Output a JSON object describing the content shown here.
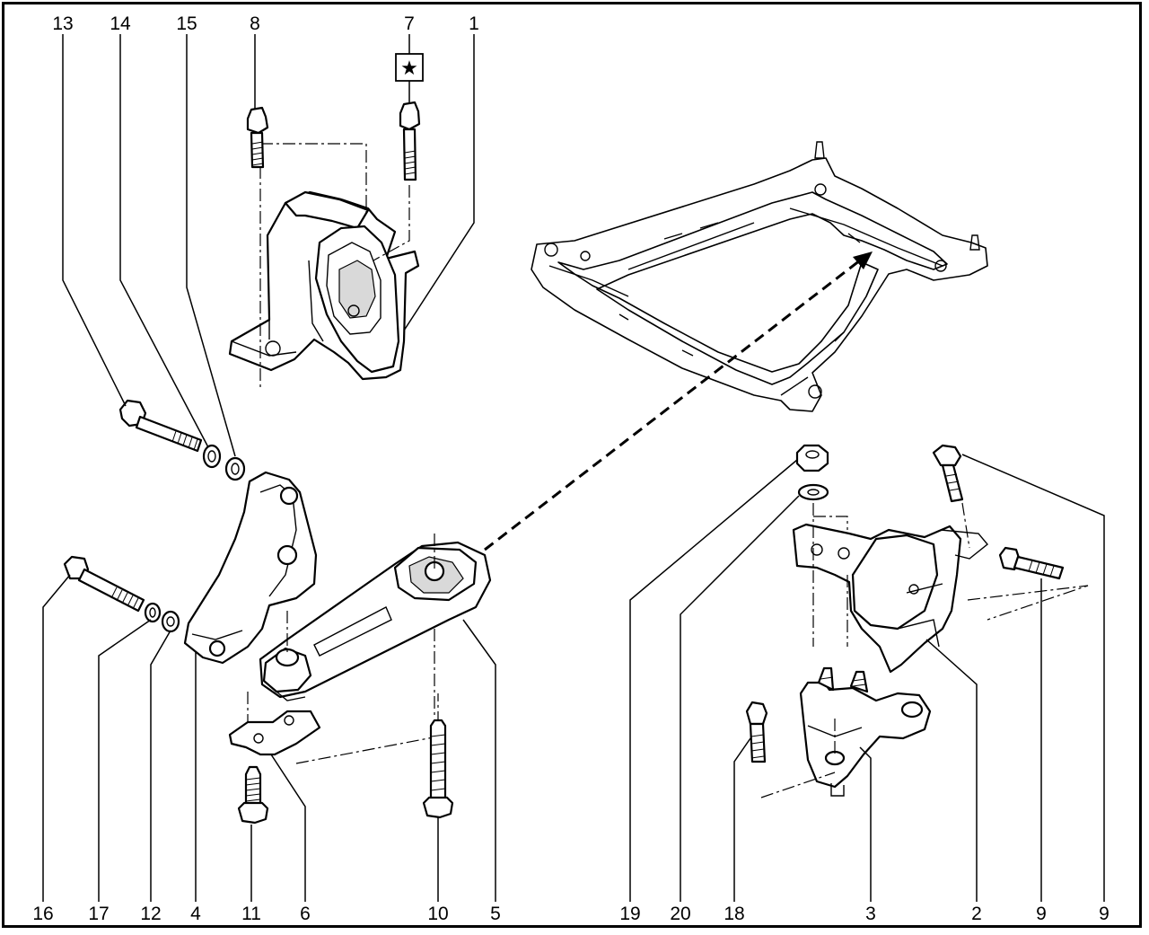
{
  "callouts": {
    "c13": "13",
    "c14": "14",
    "c15": "15",
    "c8": "8",
    "c7": "7",
    "c1": "1",
    "c16": "16",
    "c17": "17",
    "c12": "12",
    "c4": "4",
    "c11": "11",
    "c6": "6",
    "c10": "10",
    "c5": "5",
    "c19": "19",
    "c20": "20",
    "c18": "18",
    "c3": "3",
    "c2": "2",
    "c9a": "9",
    "c9b": "9"
  },
  "symbols": {
    "torque_star": "★"
  },
  "colors": {
    "line": "#000000",
    "background": "#ffffff",
    "shading": "#d9d9d9"
  }
}
